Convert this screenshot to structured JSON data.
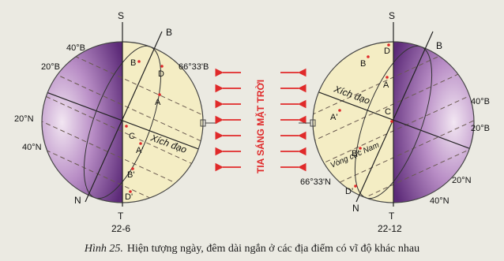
{
  "figure": {
    "left_globe": {
      "top_pole": "S",
      "bottom_pole": "T",
      "axis_top": "B",
      "axis_bottom": "N",
      "date": "22-6",
      "latitudes": [
        "40°B",
        "20°B",
        "20°N",
        "40°N"
      ],
      "arctic_circle": "66°33'B",
      "equator": "Xích đạo",
      "points": [
        "B",
        "D",
        "A",
        "C",
        "A'",
        "B'",
        "D'"
      ]
    },
    "right_globe": {
      "top_pole": "S",
      "bottom_pole": "T",
      "axis_top": "B",
      "axis_bottom": "N",
      "date": "22-12",
      "latitudes": [
        "40°B",
        "20°B",
        "20°N",
        "40°N"
      ],
      "antarctic_circle": "66°33'N",
      "equator": "Xích đạo",
      "polar_circle_label": "Vòng cực Nam",
      "points": [
        "D",
        "B",
        "A",
        "A'",
        "C",
        "B'",
        "D'"
      ]
    },
    "sunlight_label": "TIA SÁNG MẶT TRỜI",
    "colors": {
      "lit": "#f4edc4",
      "dark": "#7a3f8c",
      "arrow": "#e02a2a",
      "point_mark": "#e02a2a"
    }
  },
  "caption": {
    "figure_label": "Hình 25.",
    "text": "Hiện tượng ngày, đêm dài ngắn ở các địa điểm có vĩ độ khác nhau"
  }
}
